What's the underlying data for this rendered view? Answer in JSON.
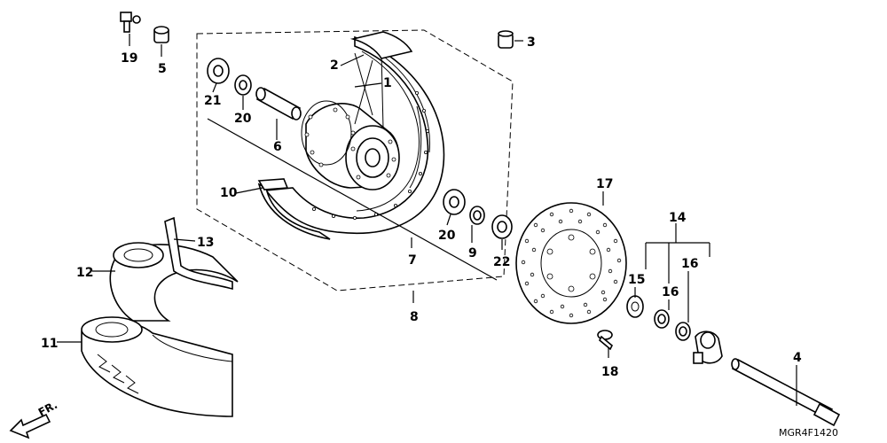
{
  "diagram": {
    "labels": {
      "p1": "1",
      "p2": "2",
      "p3": "3",
      "p4": "4",
      "p5": "5",
      "p6": "6",
      "p7": "7",
      "p8": "8",
      "p9": "9",
      "p10": "10",
      "p11": "11",
      "p12": "12",
      "p13": "13",
      "p14": "14",
      "p15": "15",
      "p16a": "16",
      "p16b": "16",
      "p17": "17",
      "p18": "18",
      "p19": "19",
      "p20a": "20",
      "p20b": "20",
      "p21": "21",
      "p22": "22"
    },
    "direction_label": "FR.",
    "diagram_code": "MGR4F1420"
  }
}
